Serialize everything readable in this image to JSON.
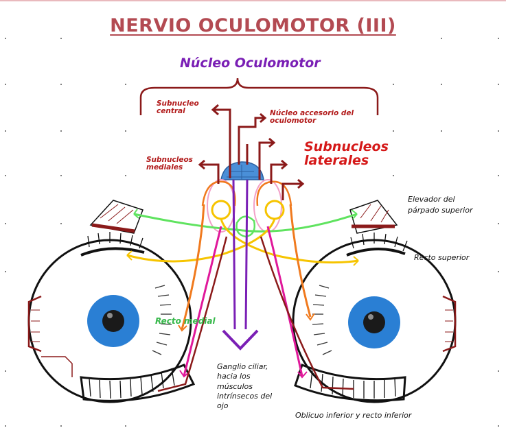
{
  "title": "NERVIO OCULOMOTOR (III)",
  "labels": {
    "nucleo_oculomotor": "Núcleo Oculomotor",
    "subnucleo_central": "Subnucleo central",
    "nucleo_accesorio": "Núcleo accesorio del oculomotor",
    "subnucleos_mediales": "Subnucleos mediales",
    "subnucleos_laterales": "Subnucleos laterales",
    "elevador": "Elevador del párpado superior",
    "recto_superior": "Recto superior",
    "recto_medial": "Recto medial",
    "ganglio": "Ganglio ciliar, hacia los músculos intrínsecos del ojo",
    "oblicuo": "Oblicuo inferior y recto inferior"
  },
  "colors": {
    "title": "#b34a52",
    "nucleo": "#7a1fb5",
    "dark_red": "#8b1a1a",
    "red": "#d51818",
    "green": "#5fe35f",
    "yellow": "#f6c400",
    "orange": "#f07a1e",
    "magenta": "#e0189a",
    "purple": "#7a1fb5",
    "pink": "#f2a0c8",
    "iris": "#2a7fd4",
    "nucleus_blue": "#4a8fd8"
  }
}
